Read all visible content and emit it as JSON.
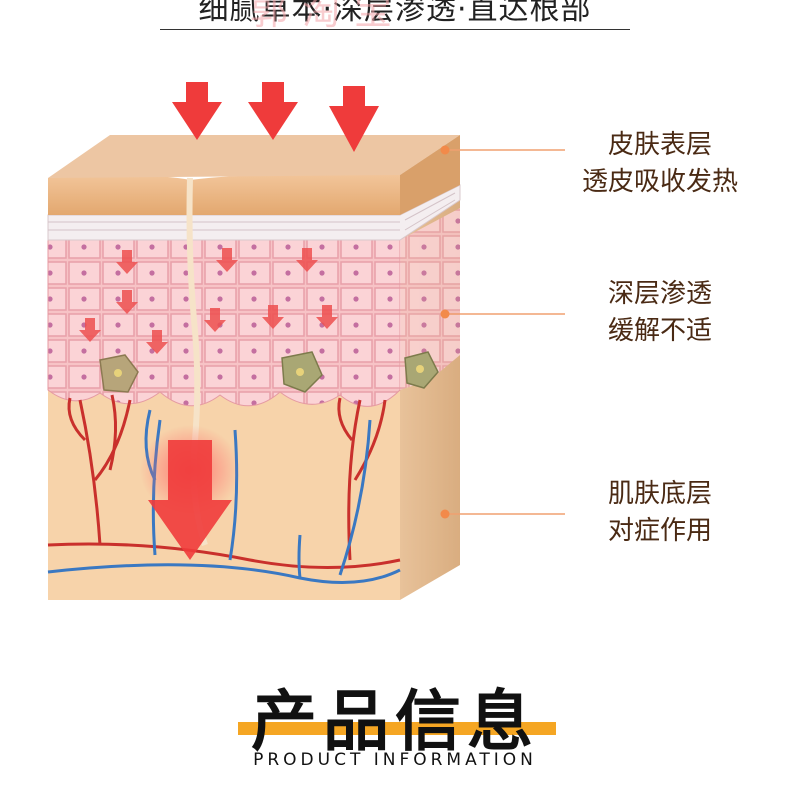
{
  "header": {
    "tagline": "细腻草本·深层渗透·直达根部",
    "watermark": "郭淘宝"
  },
  "diagram": {
    "labels": [
      {
        "line1": "皮肤表层",
        "line2": "透皮吸收发热"
      },
      {
        "line1": "深层渗透",
        "line2": "缓解不适"
      },
      {
        "line1": "肌肤底层",
        "line2": "对症作用"
      }
    ],
    "colors": {
      "arrow": "#ef3b3b",
      "leader_line": "#f0a070",
      "leader_dot": "#f28a4a",
      "epidermis": "#e8b07a",
      "cells": "#f5b7bd",
      "dermis": "#f7d2a8",
      "artery": "#c9302c",
      "vein": "#3a78c2"
    }
  },
  "section": {
    "title": "产品信息",
    "subtitle": "PRODUCT INFORMATION",
    "accent_color": "#f5a623"
  }
}
